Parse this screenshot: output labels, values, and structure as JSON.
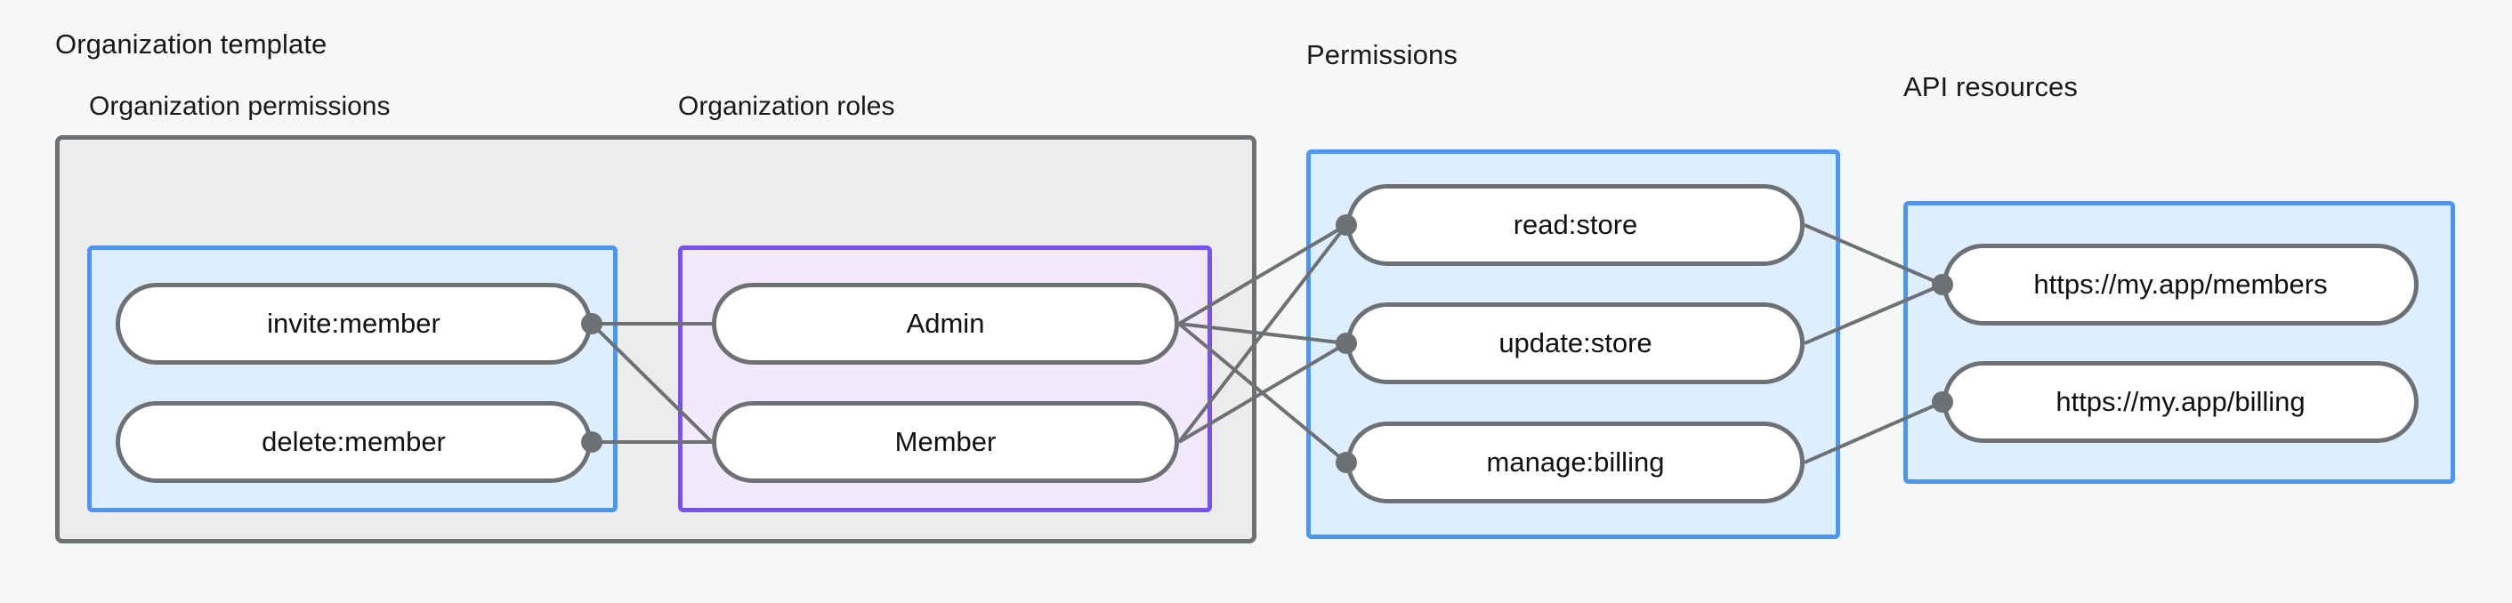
{
  "diagram": {
    "type": "relationship-graph",
    "background": "#f6f7f7",
    "colors": {
      "blue_border": "#4b96f5",
      "blue_fill": "#ddeeff",
      "purple_border": "#7b50f7",
      "purple_fill": "#f3e9fd",
      "gray_border": "#6e7174",
      "gray_fill": "#ececec",
      "node_fill": "#ffffff",
      "edge": "#6e7174",
      "text": "#17191a"
    },
    "groups": {
      "org_template": {
        "label": "Organization template"
      },
      "permissions": {
        "label": "Permissions"
      },
      "api_resources": {
        "label": "API resources"
      }
    },
    "subgroups": {
      "org_permissions": {
        "label": "Organization permissions"
      },
      "org_roles": {
        "label": "Organization roles"
      }
    },
    "nodes": {
      "org_permissions": [
        {
          "id": "invite-member",
          "label": "invite:member"
        },
        {
          "id": "delete-member",
          "label": "delete:member"
        }
      ],
      "org_roles": [
        {
          "id": "admin",
          "label": "Admin"
        },
        {
          "id": "member",
          "label": "Member"
        }
      ],
      "permissions": [
        {
          "id": "read-store",
          "label": "read:store"
        },
        {
          "id": "update-store",
          "label": "update:store"
        },
        {
          "id": "manage-billing",
          "label": "manage:billing"
        }
      ],
      "api_resources": [
        {
          "id": "members-url",
          "label": "https://my.app/members"
        },
        {
          "id": "billing-url",
          "label": "https://my.app/billing"
        }
      ]
    },
    "edges": [
      {
        "from": "invite-member",
        "to": "admin"
      },
      {
        "from": "invite-member",
        "to": "member"
      },
      {
        "from": "delete-member",
        "to": "member"
      },
      {
        "from": "admin",
        "to": "read-store"
      },
      {
        "from": "admin",
        "to": "update-store"
      },
      {
        "from": "admin",
        "to": "manage-billing"
      },
      {
        "from": "member",
        "to": "read-store"
      },
      {
        "from": "member",
        "to": "update-store"
      },
      {
        "from": "read-store",
        "to": "members-url"
      },
      {
        "from": "update-store",
        "to": "members-url"
      },
      {
        "from": "manage-billing",
        "to": "billing-url"
      }
    ]
  }
}
